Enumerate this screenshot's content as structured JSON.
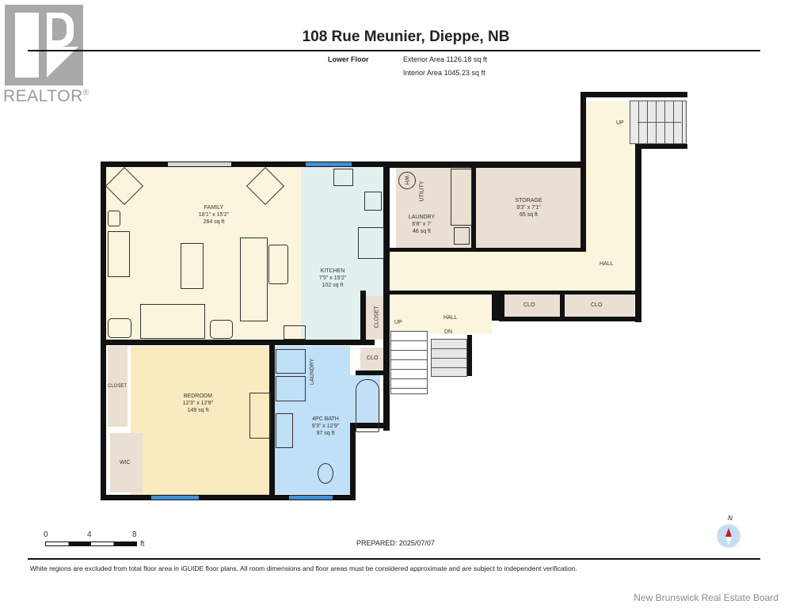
{
  "brand": {
    "logo_letter": "R",
    "logo_text": "REALTOR",
    "registered": "®"
  },
  "header": {
    "title": "108 Rue Meunier, Dieppe, NB",
    "floor_label": "Lower Floor",
    "exterior_area": "Exterior Area 1126.18 sq ft",
    "interior_area": "Interior Area 1045.23 sq ft"
  },
  "rooms": {
    "family": {
      "name": "FAMILY",
      "dims": "18'1\" x 15'2\"",
      "area": "264 sq ft"
    },
    "kitchen": {
      "name": "KITCHEN",
      "dims": "7'5\" x 15'2\"",
      "area": "102 sq ft"
    },
    "laundry_upper": {
      "name": "LAUNDRY",
      "dims": "6'8\" x 7'",
      "area": "46 sq ft"
    },
    "utility": {
      "name": "UTILITY"
    },
    "water_heater": {
      "name": "WH"
    },
    "storage": {
      "name": "STORAGE",
      "dims": "9'3\" x 7'1\"",
      "area": "65 sq ft"
    },
    "hall_main": {
      "name": "HALL"
    },
    "hall_stairs": {
      "name": "HALL"
    },
    "clo_1": {
      "name": "CLO"
    },
    "clo_2": {
      "name": "CLO"
    },
    "clo_3": {
      "name": "CLO"
    },
    "closet_kitchen": {
      "name": "CLOSET"
    },
    "closet_bedroom": {
      "name": "CLOSET"
    },
    "bedroom": {
      "name": "BEDROOM",
      "dims": "12'3\" x 12'9\"",
      "area": "149 sq ft"
    },
    "bath": {
      "name": "4PC BATH",
      "dims": "9'3\" x 12'9\"",
      "area": "97 sq ft"
    },
    "laundry_bath": {
      "name": "LAUNDRY"
    },
    "wic": {
      "name": "WIC"
    }
  },
  "stairs": {
    "up_top": "UP",
    "up_hall": "UP",
    "down_hall": "DN"
  },
  "scale": {
    "ticks": [
      "0",
      "4",
      "8"
    ],
    "unit": "ft"
  },
  "prepared": "PREPARED: 2025/07/07",
  "compass": {
    "north": "N"
  },
  "footer": {
    "disclaimer": "White regions are excluded from total floor area in iGUIDE floor plans. All room dimensions and floor areas must be considered approximate and are subject to independent verification.",
    "board": "New Brunswick Real Estate Board"
  },
  "colors": {
    "living": "#fbf5dd",
    "kitchen": "#e3f1ee",
    "service": "#e9dfd2",
    "bath": "#bfe0f6",
    "bedroom": "#f9ebbf",
    "wall": "#111111",
    "window": "#3f8fcf"
  }
}
